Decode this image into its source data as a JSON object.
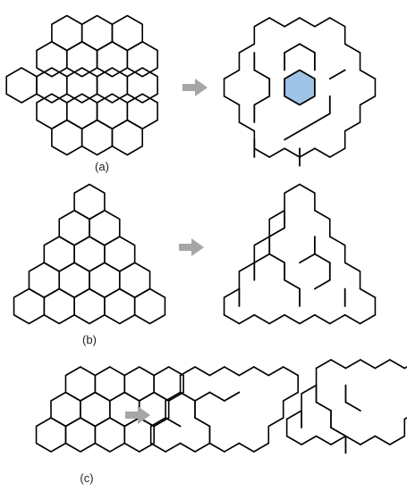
{
  "panels": [
    {
      "id": "a",
      "label": "(a)",
      "highlight_color": "#9dc3e6"
    },
    {
      "id": "b",
      "label": "(b)"
    },
    {
      "id": "c",
      "label": "(c)"
    }
  ],
  "colors": {
    "stroke": "#000000",
    "arrow": "#a6a6a6",
    "highlight": "#9dc3e6"
  }
}
